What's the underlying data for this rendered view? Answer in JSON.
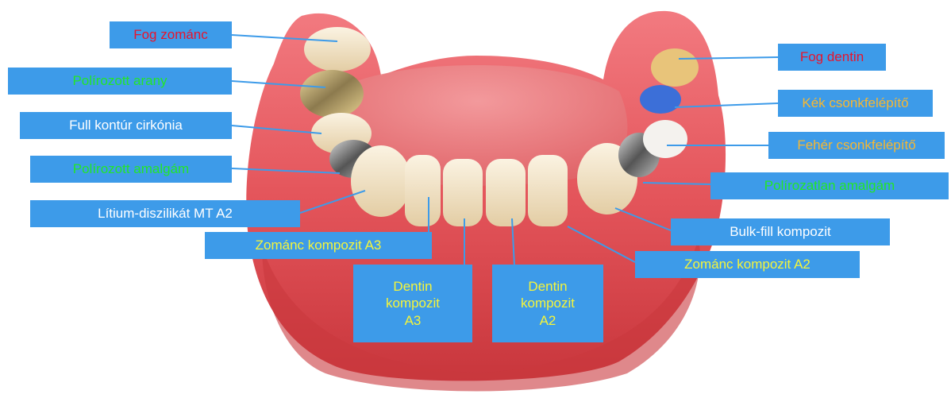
{
  "colors": {
    "label_bg": "#3d9be9",
    "text_red": "#e8142c",
    "text_green": "#22e628",
    "text_white": "#ffffff",
    "text_orange": "#f7b731",
    "text_yellow": "#f5f53a"
  },
  "labels": {
    "fog_zomanc": {
      "text": "Fog zománc",
      "color": "#e8142c"
    },
    "polirozott_arany": {
      "text": "Polírozott arany",
      "color": "#22e628"
    },
    "full_kontur_cirkonia": {
      "text": "Full kontúr cirkónia",
      "color": "#ffffff"
    },
    "polirozott_amalgam": {
      "text": "Polírozott amalgám",
      "color": "#22e628"
    },
    "litium_diszilikat": {
      "text": "Lítium-diszilikát MT A2",
      "color": "#ffffff"
    },
    "zomanc_kompozit_a3": {
      "text": "Zománc kompozit A3",
      "color": "#f5f53a"
    },
    "dentin_kompozit_a3": {
      "line1": "Dentin",
      "line2": "kompozit",
      "line3": "A3",
      "color": "#f5f53a"
    },
    "dentin_kompozit_a2": {
      "line1": "Dentin",
      "line2": "kompozit",
      "line3": "A2",
      "color": "#f5f53a"
    },
    "fog_dentin": {
      "text": "Fog dentin",
      "color": "#e8142c"
    },
    "kek_csonkfelepito": {
      "text": "Kék csonkfelépítő",
      "color": "#f7b731"
    },
    "feher_csonkfelepito": {
      "text": "Fehér csonkfelépítő",
      "color": "#f7b731"
    },
    "polirozatlan_amalgam": {
      "text": "Polírozatlan amalgám",
      "color": "#22e628"
    },
    "bulk_fill_kompozit": {
      "text": "Bulk-fill kompozit",
      "color": "#ffffff"
    },
    "zomanc_kompozit_a2": {
      "text": "Zománc kompozit A2",
      "color": "#f5f53a"
    }
  }
}
